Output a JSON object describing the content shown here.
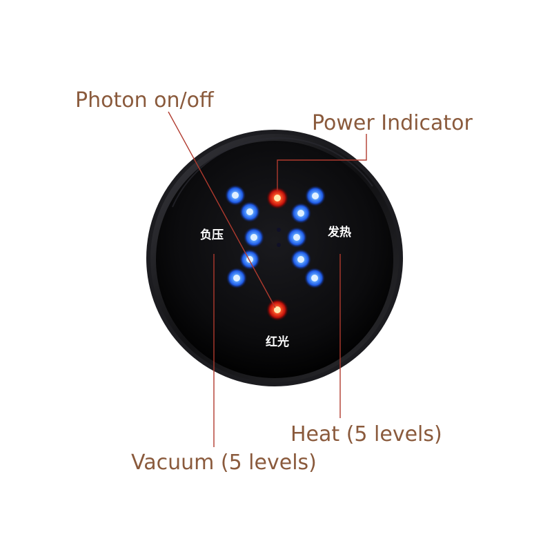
{
  "callouts": {
    "photon": "Photon on/off",
    "power": "Power Indicator",
    "heat": "Heat (5 levels)",
    "vacuum": "Vacuum (5 levels)"
  },
  "panel": {
    "left_label": "负压",
    "right_label": "发热",
    "bottom_label": "红光"
  },
  "indicators": {
    "vacuum_levels": 5,
    "heat_levels": 5,
    "power_led_color": "#ff2a1a",
    "photon_led_color": "#ff2a1a",
    "level_led_color": "#1e6bff"
  },
  "colors": {
    "callout_text": "#8a5a3c",
    "leader_line": "#b03a2e",
    "panel_body": "#0a0a0c",
    "panel_label": "#ffffff"
  }
}
